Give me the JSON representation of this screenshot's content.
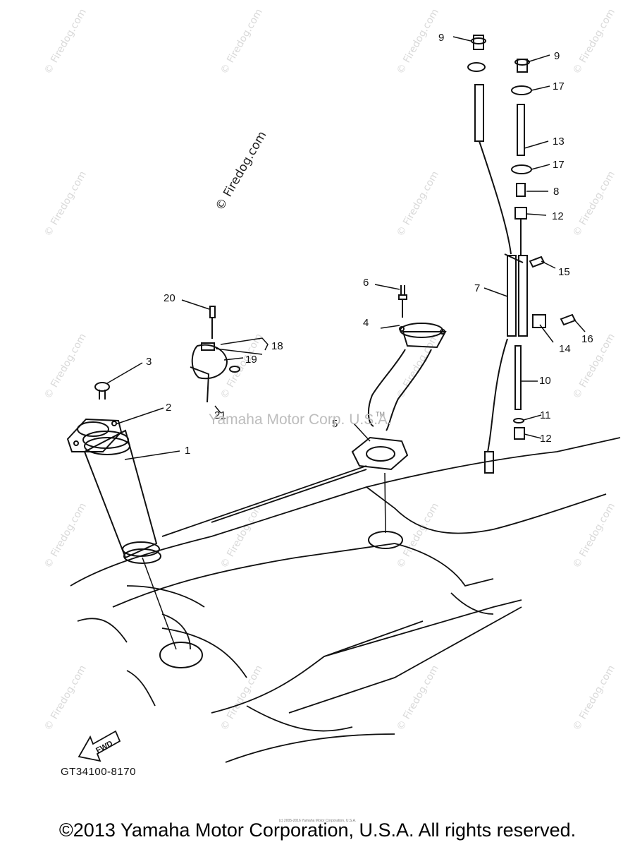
{
  "watermark": {
    "repeat_text": "© Firedog.com",
    "main_text": "© Firedog.com"
  },
  "corp_watermark": "Yamaha Motor Corp. U.S.A.",
  "tm_mark": "TM",
  "fwd_label": "FWD",
  "part_code": "GT34100-8170",
  "fine_print": "(c) 2005-2016 Yamaha Motor Corporation, U.S.A.",
  "footer": "©2013 Yamaha Motor Corporation, U.S.A. All rights reserved.",
  "callouts": [
    "1",
    "2",
    "3",
    "4",
    "5",
    "6",
    "7",
    "8",
    "9",
    "9",
    "10",
    "11",
    "12",
    "12",
    "13",
    "14",
    "15",
    "16",
    "17",
    "17",
    "18",
    "19",
    "20",
    "21"
  ],
  "line_color": "#111111",
  "watermark_color": "#d9d9d9"
}
